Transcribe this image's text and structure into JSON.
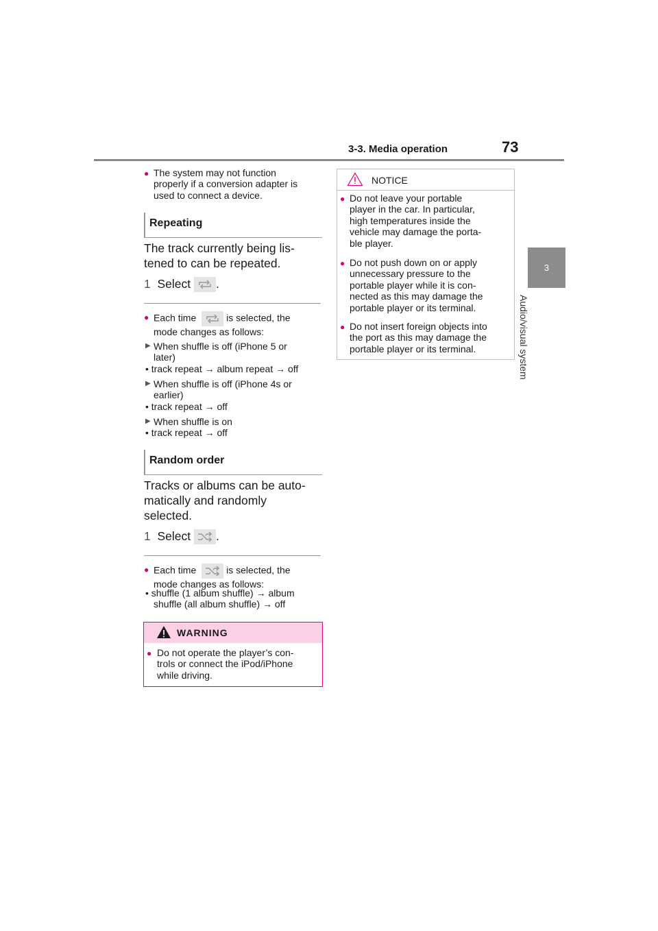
{
  "header": {
    "section_title": "3-3. Media operation",
    "page_number": "73",
    "tab_number": "3",
    "tab_label": "Audio/visual system"
  },
  "left": {
    "intro_bullet": [
      "The system may not function",
      "properly if a conversion adapter is",
      "used to connect a device."
    ],
    "repeating": {
      "heading": "Repeating",
      "body": [
        "The track currently being lis-",
        "tened to can be repeated."
      ],
      "step_num": "1",
      "step_text": "Select",
      "period": ".",
      "each_time": "Each time",
      "each_time_rest": "is selected, the",
      "each_time_line2": "mode changes as follows:",
      "cases": [
        {
          "title": [
            "When shuffle is off (iPhone 5 or",
            "later)"
          ],
          "sequence": "• track repeat → album repeat → off"
        },
        {
          "title": [
            "When shuffle is off (iPhone 4s or",
            "earlier)"
          ],
          "sequence": "• track repeat → off"
        },
        {
          "title": [
            "When shuffle is on"
          ],
          "sequence": "• track repeat → off"
        }
      ]
    },
    "random": {
      "heading": "Random order",
      "body": [
        "Tracks or albums can be auto-",
        "matically and randomly",
        "selected."
      ],
      "step_num": "1",
      "step_text": "Select",
      "period": ".",
      "each_time": "Each time",
      "each_time_rest": "is selected, the",
      "each_time_line2": "mode changes as follows:",
      "sequence": [
        "• shuffle (1 album shuffle) → album",
        "shuffle (all album shuffle) → off"
      ]
    },
    "warning": {
      "title": "WARNING",
      "text": [
        "Do not operate the player’s con-",
        "trols or connect the iPod/iPhone",
        "while driving."
      ]
    }
  },
  "notice": {
    "title": "NOTICE",
    "items": [
      [
        "Do not leave your portable",
        "player in the car. In particular,",
        "high temperatures inside the",
        "vehicle may damage the porta-",
        "ble player."
      ],
      [
        "Do not push down on or apply",
        "unnecessary pressure to the",
        "portable player while it is con-",
        "nected as this may damage the",
        "portable player or its terminal."
      ],
      [
        "Do not insert foreign objects into",
        "the port as this may damage the",
        "portable player or its terminal."
      ]
    ]
  },
  "colors": {
    "accent": "#d6007f",
    "warning_fill": "#fbd0e6",
    "tab_gray": "#8c8c8c"
  },
  "icons": {
    "repeat": "repeat-icon",
    "shuffle": "shuffle-icon",
    "warning": "warning-triangle-icon",
    "notice": "notice-triangle-icon",
    "arrow": "triangle-right-icon"
  }
}
